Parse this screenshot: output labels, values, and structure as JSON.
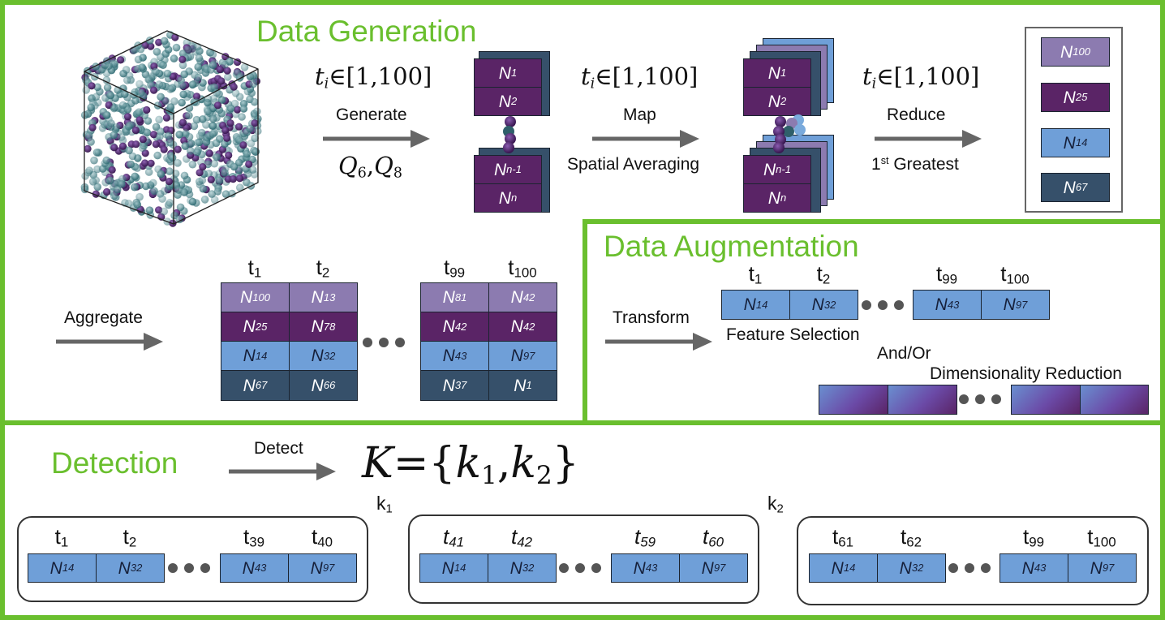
{
  "sections": {
    "generation": "Data Generation",
    "augmentation": "Data Augmentation",
    "detection": "Detection"
  },
  "steps": {
    "generate": "Generate",
    "map": "Map",
    "spatial_averaging": "Spatial Averaging",
    "reduce": "Reduce",
    "greatest_1": "1",
    "greatest_st": "st",
    "greatest_rest": " Greatest",
    "aggregate": "Aggregate",
    "transform": "Transform",
    "feature_selection": "Feature Selection",
    "and_or": "And/Or",
    "dim_reduction": "Dimensionality Reduction",
    "detect": "Detect"
  },
  "math": {
    "t_var": "t",
    "t_sub": "i",
    "interval": "∈[1,100]",
    "q6": "Q",
    "q6_sub": "6",
    "comma": ",",
    "q8": "Q",
    "q8_sub": "8",
    "K": "K",
    "eq": "={",
    "k": "k",
    "k1_sub": "1",
    "k2_sub": "2",
    "close": "}"
  },
  "stack1": {
    "row1": "N",
    "row1_sub": "1",
    "row2": "N",
    "row2_sub": "2",
    "row3": "N",
    "row3_sub": "n-1",
    "row4": "N",
    "row4_sub": "n"
  },
  "legend": [
    {
      "n": "N",
      "sub": "100"
    },
    {
      "n": "N",
      "sub": "25"
    },
    {
      "n": "N",
      "sub": "14"
    },
    {
      "n": "N",
      "sub": "67"
    }
  ],
  "aggregate_table": {
    "headers": [
      [
        "t",
        "1"
      ],
      [
        "t",
        "2"
      ],
      [
        "t",
        "99"
      ],
      [
        "t",
        "100"
      ]
    ],
    "left_cols": [
      [
        [
          "N",
          "100"
        ],
        [
          "N",
          "25"
        ],
        [
          "N",
          "14"
        ],
        [
          "N",
          "67"
        ]
      ],
      [
        [
          "N",
          "13"
        ],
        [
          "N",
          "78"
        ],
        [
          "N",
          "32"
        ],
        [
          "N",
          "66"
        ]
      ]
    ],
    "right_cols": [
      [
        [
          "N",
          "81"
        ],
        [
          "N",
          "42"
        ],
        [
          "N",
          "43"
        ],
        [
          "N",
          "37"
        ]
      ],
      [
        [
          "N",
          "42"
        ],
        [
          "N",
          "42"
        ],
        [
          "N",
          "97"
        ],
        [
          "N",
          "1"
        ]
      ]
    ]
  },
  "augment_row": {
    "headers": [
      [
        "t",
        "1"
      ],
      [
        "t",
        "2"
      ],
      [
        "t",
        "99"
      ],
      [
        "t",
        "100"
      ]
    ],
    "cells": [
      [
        "N",
        "14"
      ],
      [
        "N",
        "32"
      ],
      [
        "N",
        "43"
      ],
      [
        "N",
        "97"
      ]
    ]
  },
  "k_labels": {
    "k1": "k",
    "k1_sub": "1",
    "k2": "k",
    "k2_sub": "2"
  },
  "k_groups": [
    {
      "headers": [
        [
          "t",
          "1"
        ],
        [
          "t",
          "2"
        ],
        [
          "t",
          "39"
        ],
        [
          "t",
          "40"
        ]
      ],
      "italic": false,
      "cells": [
        [
          "N",
          "14"
        ],
        [
          "N",
          "32"
        ],
        [
          "N",
          "43"
        ],
        [
          "N",
          "97"
        ]
      ]
    },
    {
      "headers": [
        [
          "t",
          "41"
        ],
        [
          "t",
          "42"
        ],
        [
          "t",
          "59"
        ],
        [
          "t",
          "60"
        ]
      ],
      "italic": true,
      "cells": [
        [
          "N",
          "14"
        ],
        [
          "N",
          "32"
        ],
        [
          "N",
          "43"
        ],
        [
          "N",
          "97"
        ]
      ]
    },
    {
      "headers": [
        [
          "t",
          "61"
        ],
        [
          "t",
          "62"
        ],
        [
          "t",
          "99"
        ],
        [
          "t",
          "100"
        ]
      ],
      "italic": false,
      "cells": [
        [
          "N",
          "14"
        ],
        [
          "N",
          "32"
        ],
        [
          "N",
          "43"
        ],
        [
          "N",
          "97"
        ]
      ]
    }
  ],
  "colors": {
    "frame_green": "#6abf2e",
    "lavender": "#8c7bb0",
    "purple": "#5a2466",
    "blue": "#6f9fd8",
    "navy": "#36506a",
    "arrow": "#666666"
  }
}
